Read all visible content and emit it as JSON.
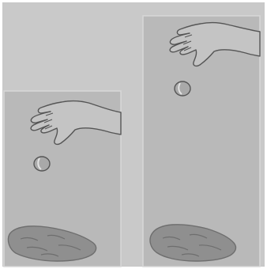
{
  "figure": {
    "scenes": [
      {
        "id": "short-drop",
        "hand": "open-hand-releasing",
        "falling_object": "coin",
        "ground_object": "rock"
      },
      {
        "id": "tall-drop",
        "hand": "open-hand-releasing",
        "falling_object": "coin",
        "ground_object": "rock"
      }
    ]
  },
  "colors": {
    "background": "#c9c9c9",
    "panel": "#b9b9b9",
    "panel_border": "#d8d8d8",
    "outline": "#555555",
    "hand_fill": "#c4c4c4",
    "coin": "#a9a9a9",
    "coin_highlight": "#e4e4e4",
    "rock": "#8f8f8f",
    "rock_texture": "#6e6e6e"
  }
}
